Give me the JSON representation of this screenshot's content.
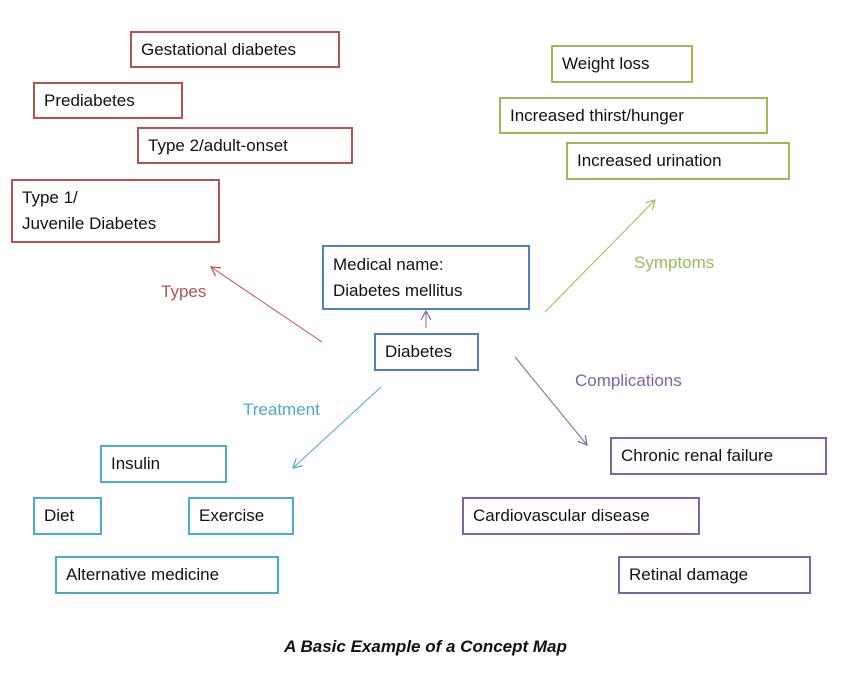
{
  "center": "Diabetes",
  "medical_name": {
    "line1": "Medical name:",
    "line2": "Diabetes mellitus"
  },
  "types": {
    "label": "Types",
    "items": [
      "Gestational diabetes",
      "Prediabetes",
      "Type 2/adult-onset"
    ],
    "type1_line1": "Type 1/",
    "type1_line2": "Juvenile Diabetes"
  },
  "symptoms": {
    "label": "Symptoms",
    "items": [
      "Weight loss",
      "Increased thirst/hunger",
      "Increased urination"
    ]
  },
  "treatment": {
    "label": "Treatment",
    "items": [
      "Insulin",
      "Diet",
      "Exercise",
      "Alternative medicine"
    ]
  },
  "complications": {
    "label": "Complications",
    "items": [
      "Chronic renal failure",
      "Cardiovascular disease",
      "Retinal damage"
    ]
  },
  "caption": "A Basic Example of a Concept Map",
  "colors": {
    "types": "#b5534f",
    "symptoms": "#9bbb59",
    "center": "#4f81bd",
    "treatment": "#4bacc6",
    "complications": "#8064a2"
  }
}
